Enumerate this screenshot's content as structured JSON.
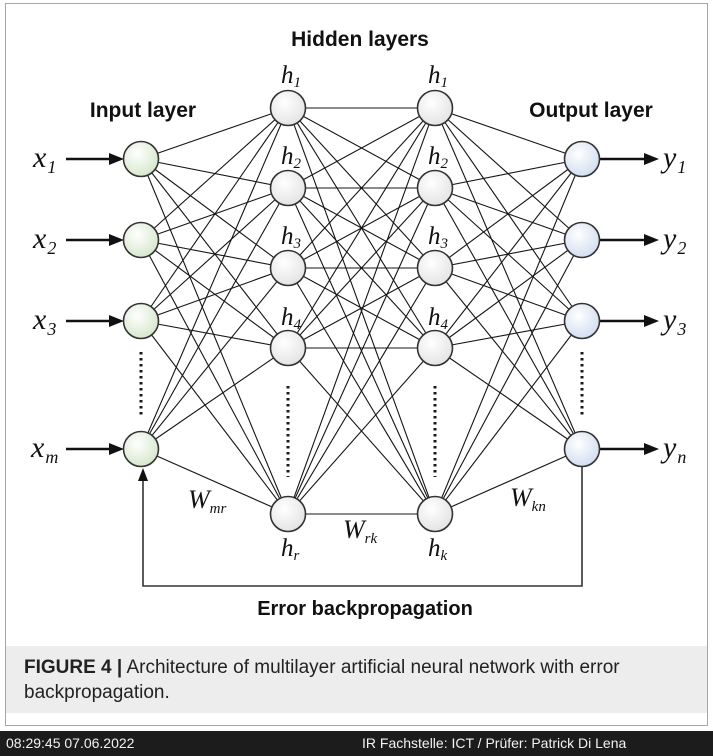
{
  "figure": {
    "title": "Hidden layers",
    "input_layer_label": "Input layer",
    "output_layer_label": "Output layer",
    "feedback_label": "Error backpropagation",
    "inputs": [
      {
        "symbol": "x",
        "subscript": "1"
      },
      {
        "symbol": "x",
        "subscript": "2"
      },
      {
        "symbol": "x",
        "subscript": "3"
      },
      {
        "symbol": "x",
        "subscript": "m"
      }
    ],
    "hidden_layer_1": [
      {
        "symbol": "h",
        "subscript": "1"
      },
      {
        "symbol": "h",
        "subscript": "2"
      },
      {
        "symbol": "h",
        "subscript": "3"
      },
      {
        "symbol": "h",
        "subscript": "4"
      },
      {
        "symbol": "h",
        "subscript": "r"
      }
    ],
    "hidden_layer_2": [
      {
        "symbol": "h",
        "subscript": "1"
      },
      {
        "symbol": "h",
        "subscript": "2"
      },
      {
        "symbol": "h",
        "subscript": "3"
      },
      {
        "symbol": "h",
        "subscript": "4"
      },
      {
        "symbol": "h",
        "subscript": "k"
      }
    ],
    "outputs": [
      {
        "symbol": "y",
        "subscript": "1"
      },
      {
        "symbol": "y",
        "subscript": "2"
      },
      {
        "symbol": "y",
        "subscript": "3"
      },
      {
        "symbol": "y",
        "subscript": "n"
      }
    ],
    "weights": [
      {
        "symbol": "W",
        "subscript": "mr"
      },
      {
        "symbol": "W",
        "subscript": "rk"
      },
      {
        "symbol": "W",
        "subscript": "kn"
      }
    ],
    "colors": {
      "input_node": "#d3e6c9",
      "hidden_node": "#e2e2e2",
      "output_node": "#cfdcf0",
      "connection": "#151515"
    }
  },
  "caption": {
    "label": "FIGURE 4 |",
    "text": "Architecture of multilayer artificial neural network with error backpropagation."
  },
  "footer": {
    "timestamp": "08:29:45 07.06.2022",
    "info": "IR Fachstelle: ICT / Prüfer: Patrick Di Lena"
  }
}
